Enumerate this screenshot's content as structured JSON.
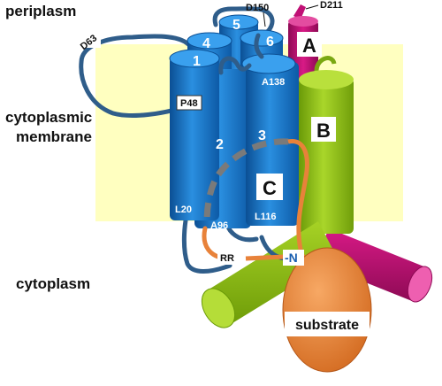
{
  "regions": {
    "periplasm": "periplasm",
    "membrane_line1": "cytoplasmic",
    "membrane_line2": "membrane",
    "cytoplasm": "cytoplasm"
  },
  "subunits": {
    "a": "A",
    "b": "B",
    "c": "C"
  },
  "helices": [
    "1",
    "2",
    "3",
    "4",
    "5",
    "6"
  ],
  "residues": {
    "d150": "D150",
    "d211": "D211",
    "d63": "D63",
    "p48": "P48",
    "a138": "A138",
    "l20": "L20",
    "a96": "A96",
    "l116": "L116",
    "rr": "RR",
    "n_term": "-N"
  },
  "substrate": "substrate",
  "colors": {
    "membrane": "#ffffc0",
    "subunit_c": "#1a78c8",
    "subunit_a": "#c01075",
    "subunit_b": "#8fbf14",
    "substrate": "#e8823a",
    "loop": "#2f5d8a"
  }
}
